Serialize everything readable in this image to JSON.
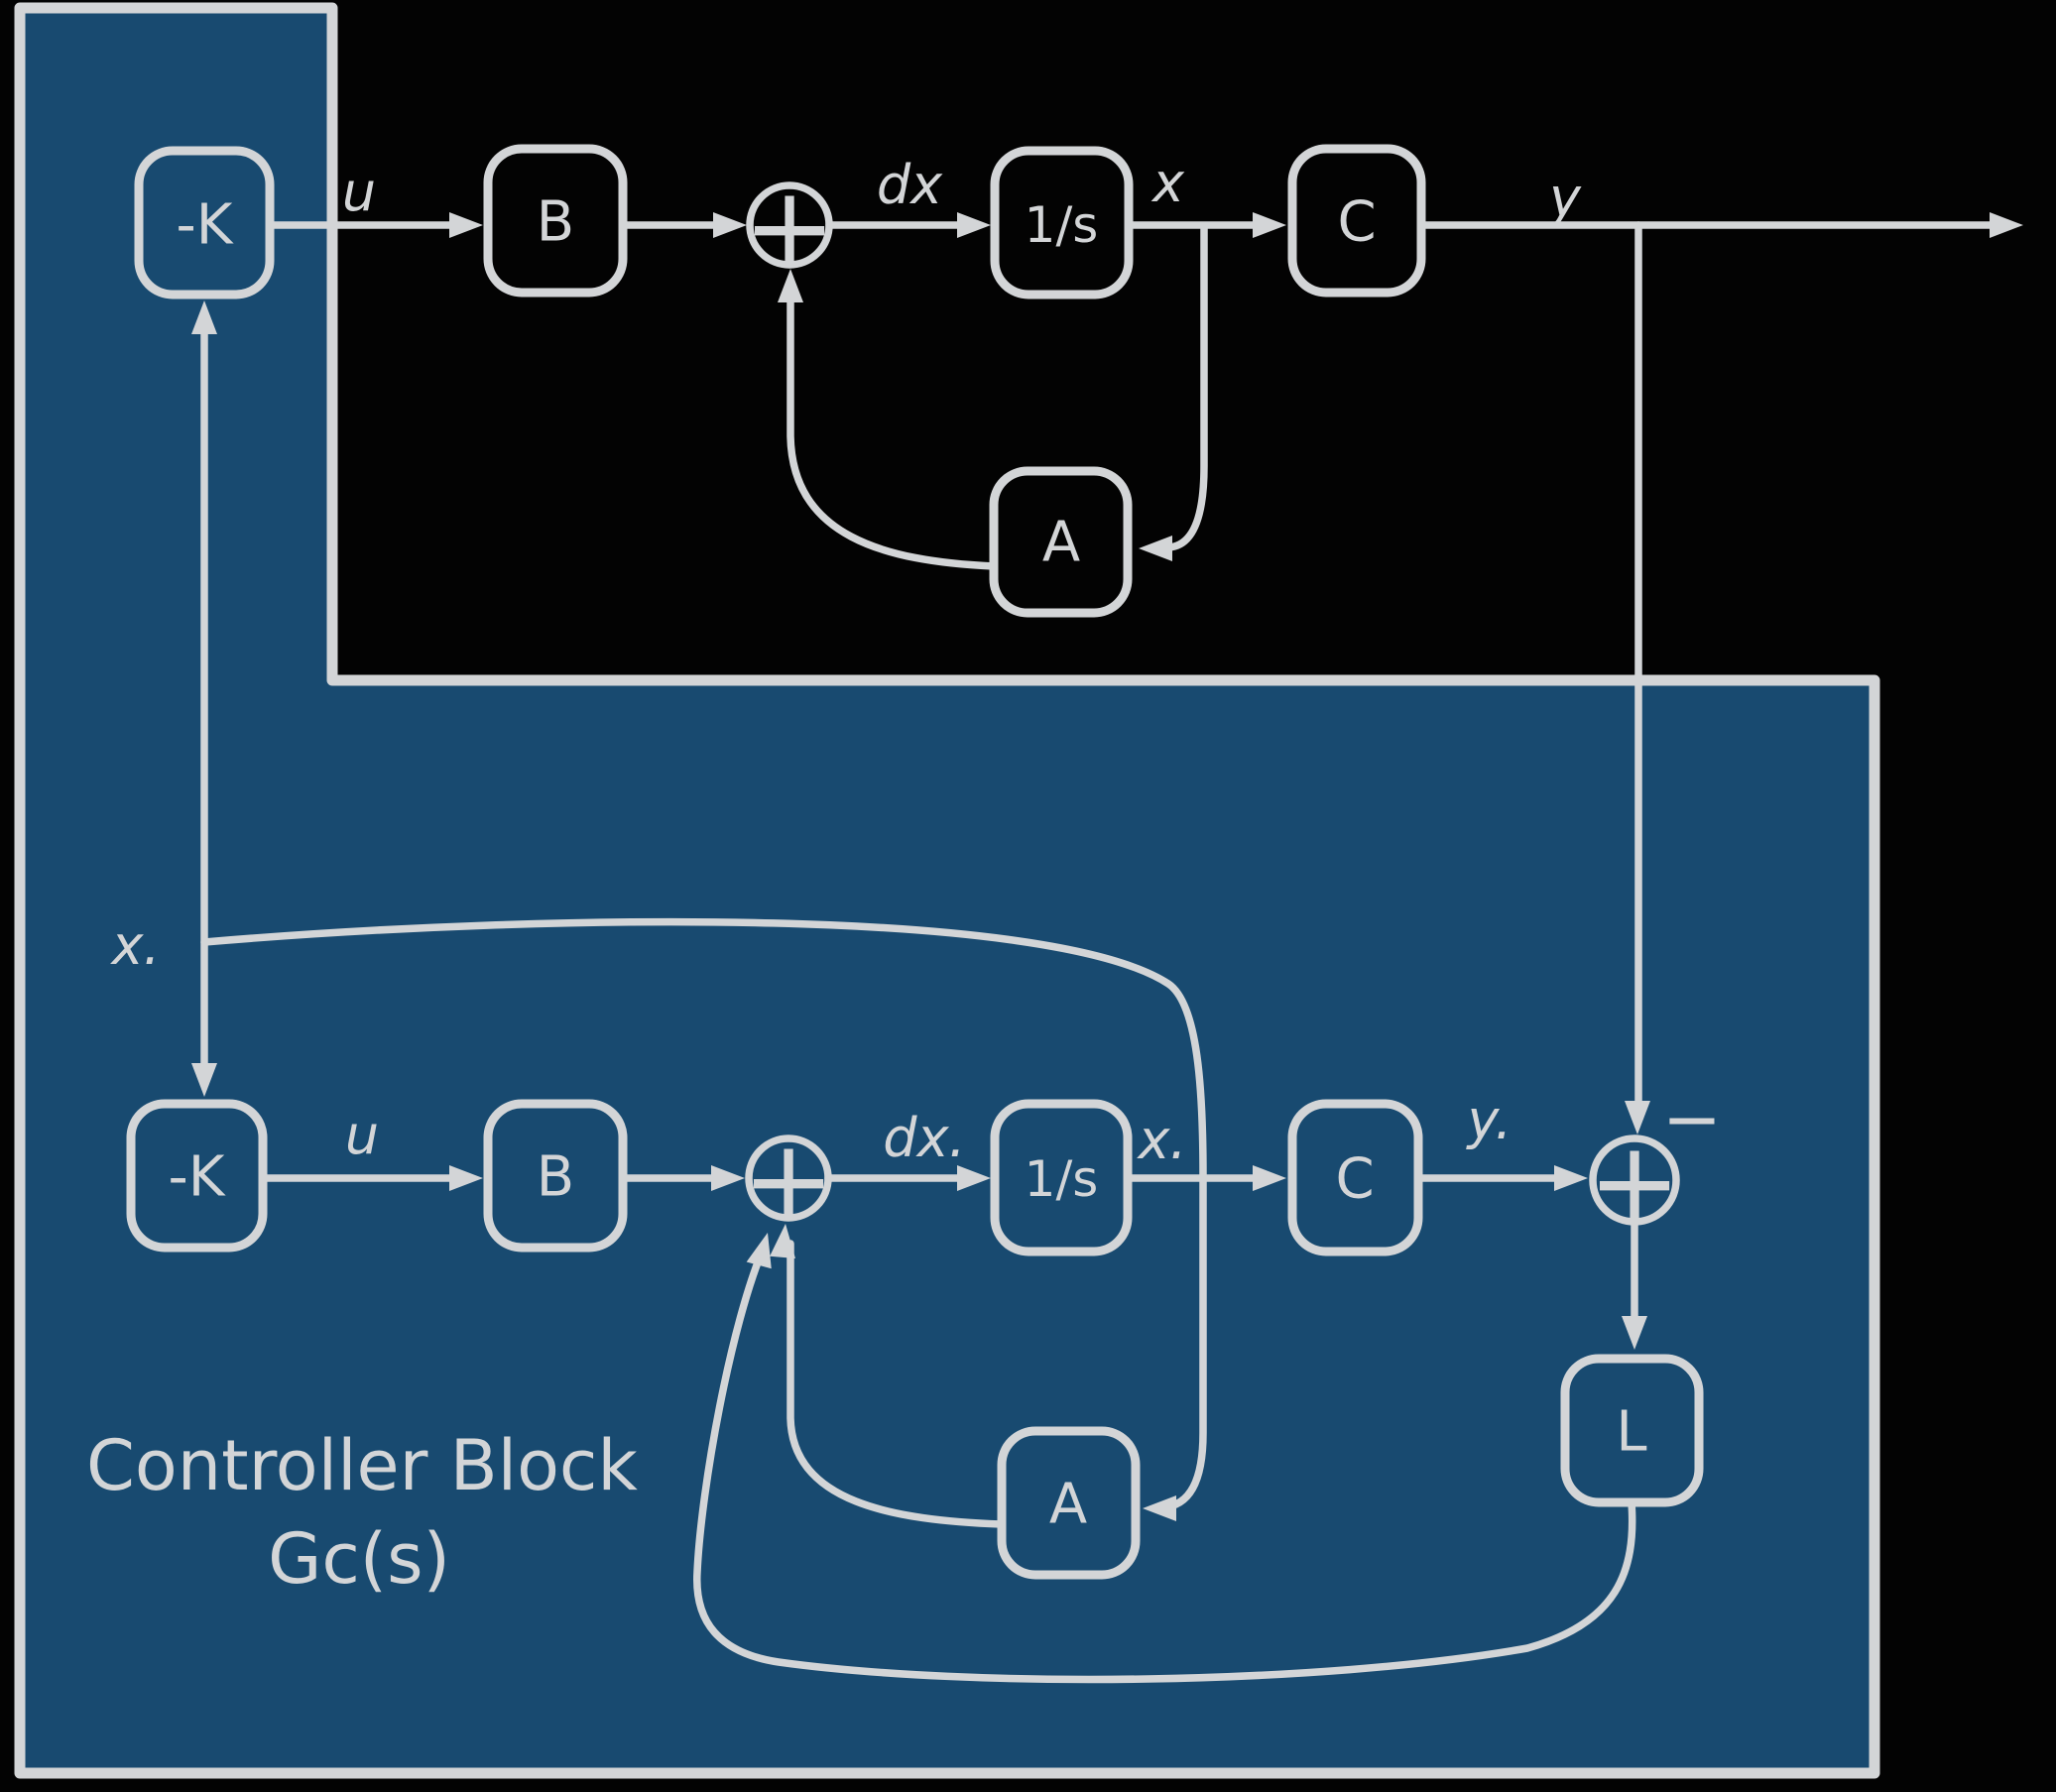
{
  "colors": {
    "background": "#030303",
    "region_fill": "#184A70",
    "region_border": "#D3D5D7",
    "stroke": "#D3D5D7",
    "text": "#D3D5D7"
  },
  "plant": {
    "gain_label": "-K",
    "b_label": "B",
    "integrator_label": "1/s",
    "c_label": "C",
    "a_label": "A",
    "sum_plus": "+",
    "u": "u",
    "dx": "dx",
    "x": "x",
    "y": "y"
  },
  "controller": {
    "gain_label": "-K",
    "b_label": "B",
    "integrator_label": "1/s",
    "c_label": "C",
    "a_label": "A",
    "l_label": "L",
    "sum_plus": "+",
    "compare_plus": "+",
    "minus": "−",
    "u": "u",
    "dx": "dx.",
    "x": "x.",
    "y": "y.",
    "xhat": "x."
  },
  "caption": {
    "line1": "Controller Block",
    "line2": "Gc(s)"
  }
}
